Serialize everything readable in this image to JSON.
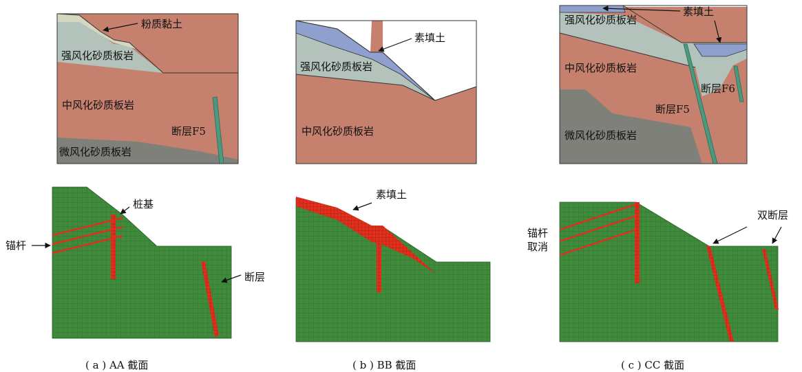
{
  "colors": {
    "moderate": "#c5806e",
    "strong": "#b3c3bb",
    "slight": "#7f8079",
    "silty": "#d5d8c0",
    "fill": "#8fa0cf",
    "fault": "#4a9a7f",
    "mesh": "#3f8a3b",
    "red": "#e0301d"
  },
  "panels": [
    {
      "geo_labels": [
        "粉质黏土",
        "强风化砂质板岩",
        "中风化砂质板岩",
        "断层F5",
        "微风化砂质板岩"
      ],
      "mesh_labels": [
        "桩基",
        "锚杆",
        "断层"
      ],
      "caption": "( a ) AA 截面"
    },
    {
      "geo_labels": [
        "素填土",
        "强风化砂质板岩",
        "中风化砂质板岩"
      ],
      "mesh_labels": [
        "素填土"
      ],
      "caption": "( b ) BB 截面"
    },
    {
      "geo_labels": [
        "素填土",
        "强风化砂质板岩",
        "中风化砂质板岩",
        "断层F6",
        "断层F5",
        "微风化砂质板岩"
      ],
      "mesh_labels": [
        "锚杆",
        "取消",
        "双断层"
      ],
      "caption": "( c ) CC 截面"
    }
  ]
}
